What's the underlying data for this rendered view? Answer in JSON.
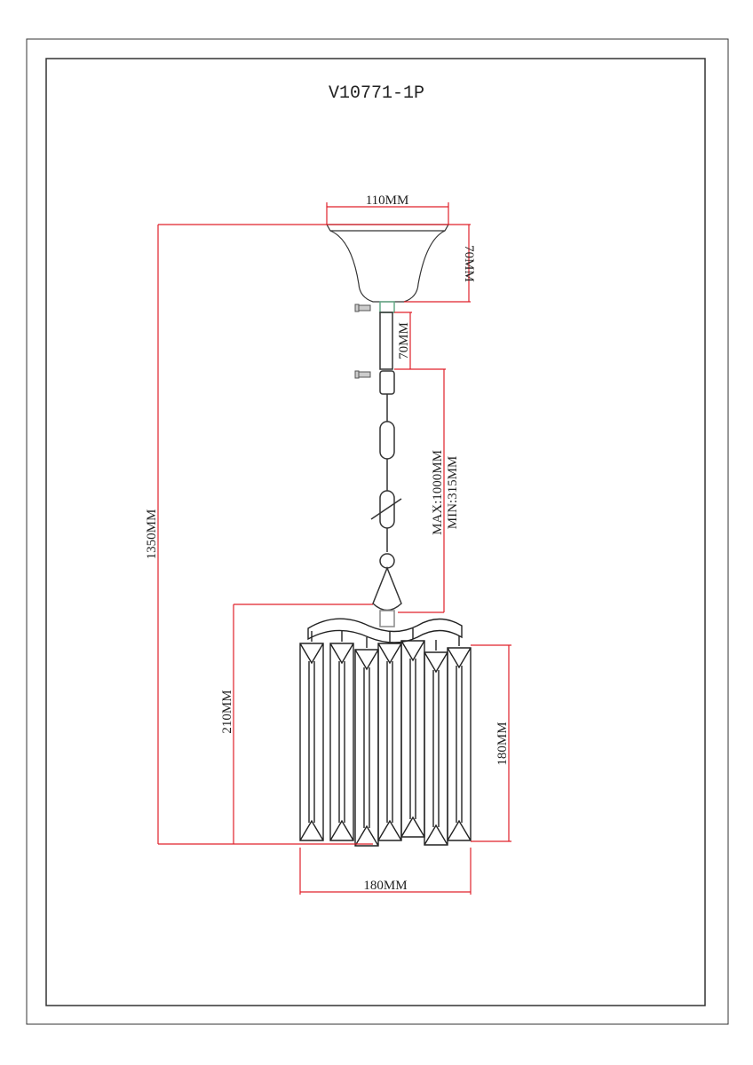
{
  "title": "V10771-1P",
  "dimensions": {
    "canopy_width": "110MM",
    "canopy_height": "70MM",
    "rod_length": "70MM",
    "chain_max": "MAX:1000MM",
    "chain_min": "MIN:315MM",
    "total_height": "1350MM",
    "shade_total_height": "210MM",
    "crystal_height": "180MM",
    "shade_width": "180MM"
  },
  "colors": {
    "dimension": "#e0202a",
    "line": "#222222"
  }
}
